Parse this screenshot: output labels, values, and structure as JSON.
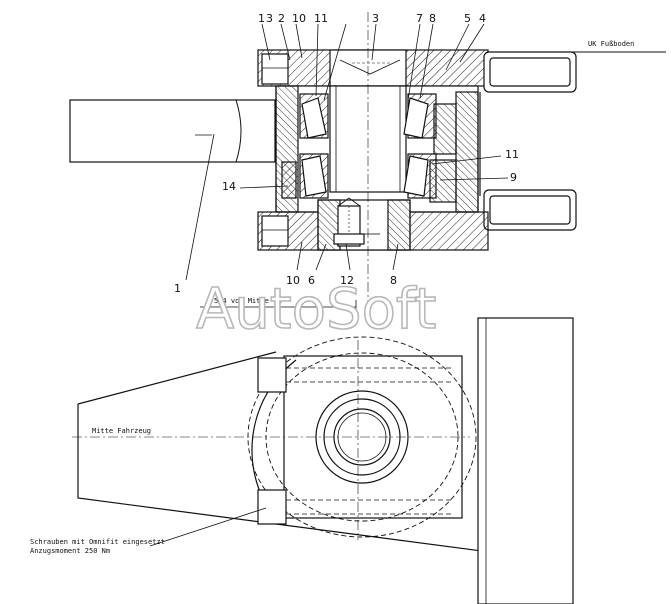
{
  "labels_top": [
    "1",
    "3",
    "2",
    "10",
    "11",
    "3",
    "7",
    "8",
    "5",
    "4"
  ],
  "labels_side": [
    "11",
    "9",
    "14",
    "1"
  ],
  "labels_bottom": [
    "10",
    "6",
    "12",
    "8"
  ],
  "top_right_note": "UK Fußboden",
  "dimension_note": "574 von Mitte VA",
  "center_line_note": "Mitte Fahrzeug",
  "screw_note": [
    "Schrauben mit Omnifit eingesetzt",
    "Anzugsmoment 250 Nm"
  ],
  "watermark": "AutoSoft"
}
